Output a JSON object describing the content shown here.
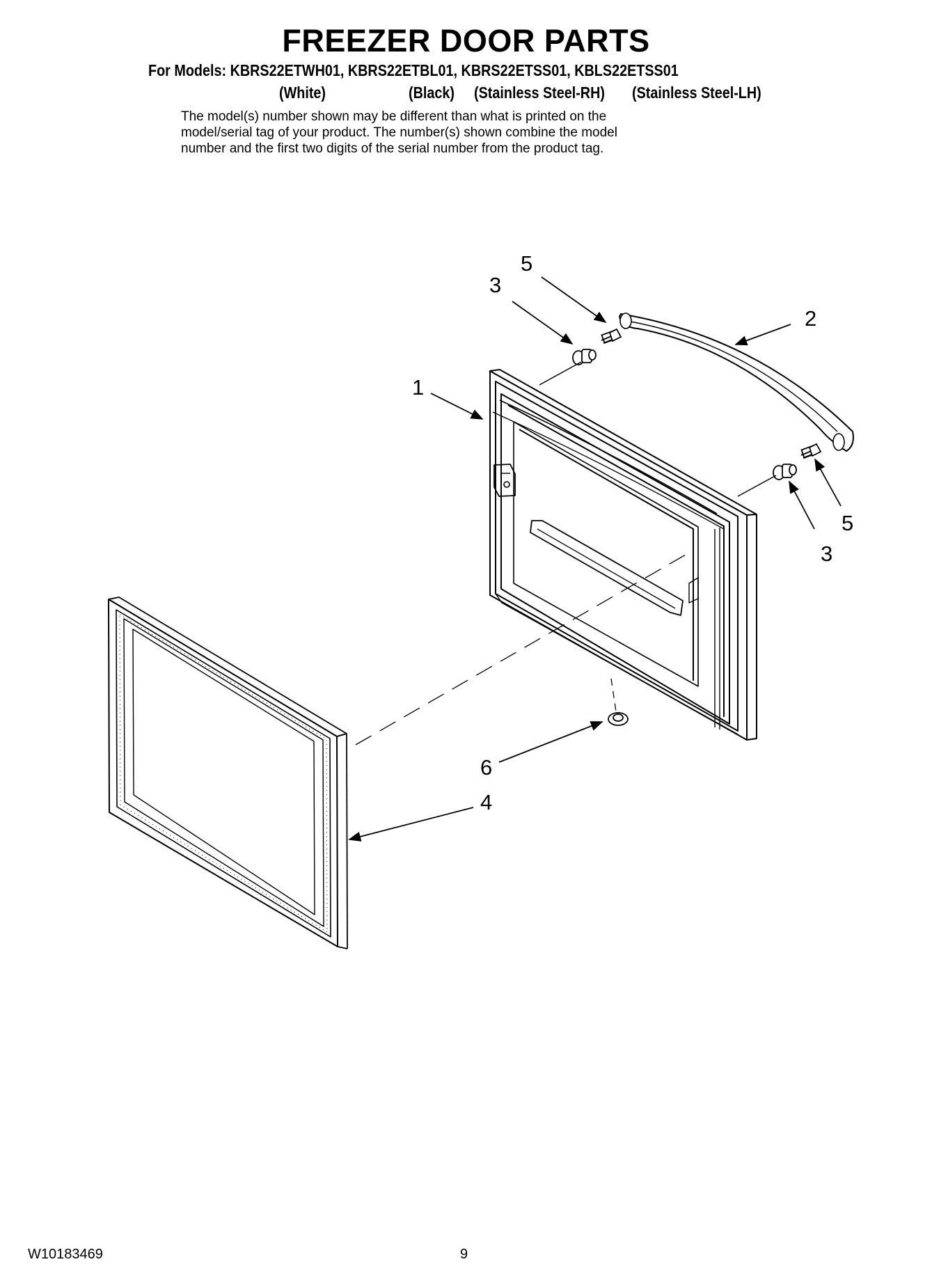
{
  "header": {
    "title": "FREEZER DOOR PARTS",
    "models_line": "For Models: KBRS22ETWH01, KBRS22ETBL01, KBRS22ETSS01, KBLS22ETSS01",
    "variants": [
      "(White)",
      "(Black)",
      "(Stainless Steel-RH)",
      "(Stainless Steel-LH)"
    ],
    "note_lines": [
      "The model(s) number shown may be different than what is printed on the",
      "model/serial tag of your product. The number(s) shown combine the model",
      "number and the first two digits of the serial number from the product tag."
    ]
  },
  "callouts": {
    "door": "1",
    "handle": "2",
    "spacer_top": "3",
    "spacer_bottom": "3",
    "gasket": "4",
    "screw_top": "5",
    "screw_bottom": "5",
    "plug": "6"
  },
  "footer": {
    "doc_number": "W10183469",
    "page_number": "9"
  }
}
